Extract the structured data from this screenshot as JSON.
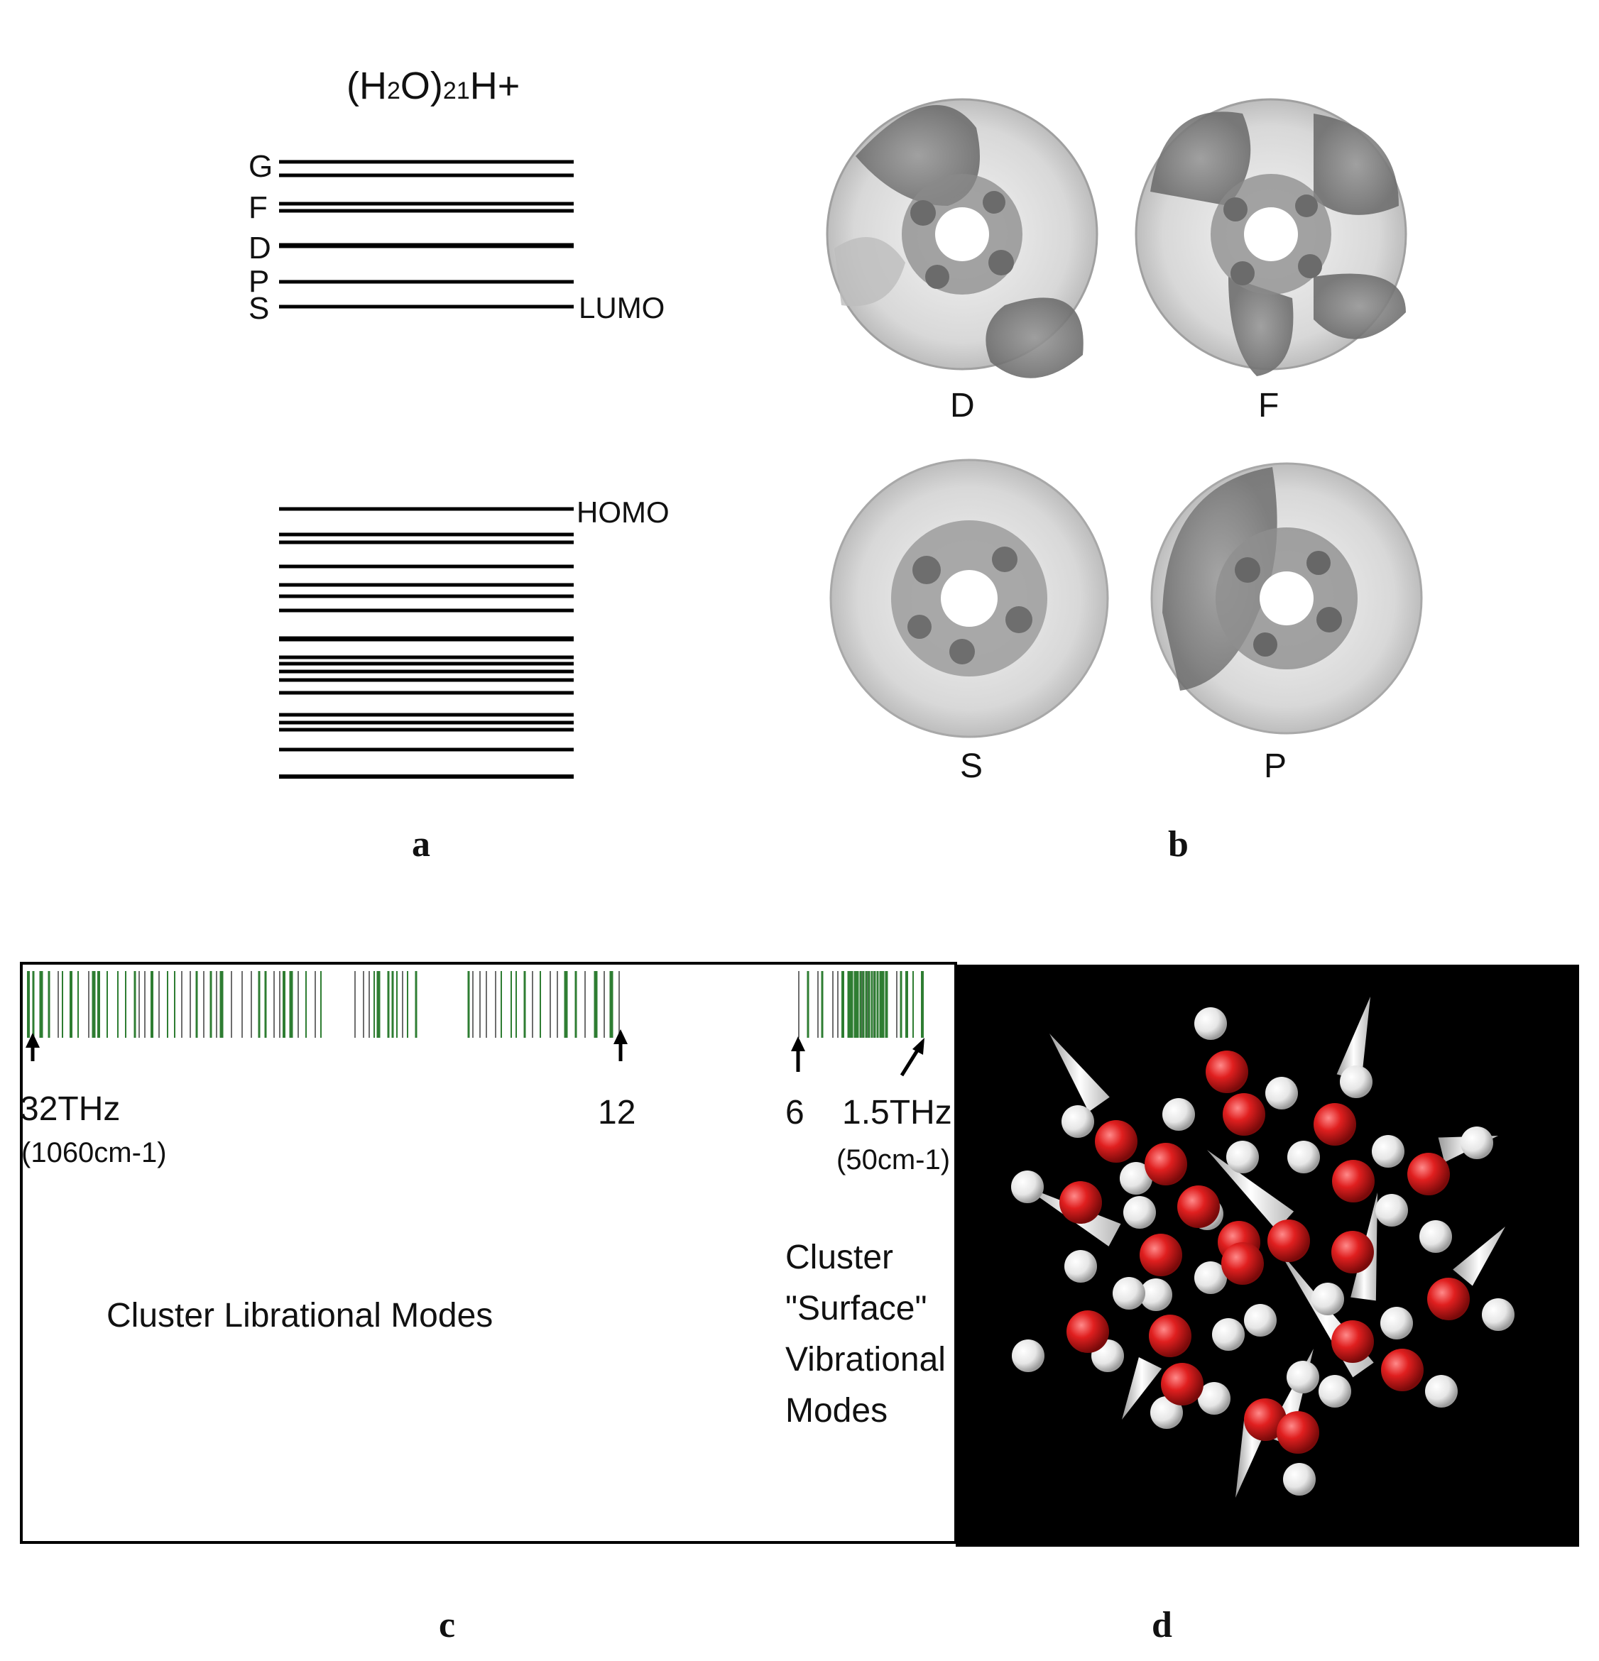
{
  "panel_a": {
    "title_main": "(H",
    "title_sub1": "2",
    "title_mid": "O)",
    "title_sub2": "21",
    "title_end": "H+",
    "level_labels": [
      "G",
      "F",
      "D",
      "P",
      "S"
    ],
    "lumo_label": "LUMO",
    "homo_label": "HOMO",
    "caption": "a"
  },
  "panel_b": {
    "orbital_labels": [
      "D",
      "F",
      "S",
      "P"
    ],
    "caption": "b"
  },
  "panel_c": {
    "arrow_labels": [
      "32THz",
      "12",
      "6",
      "1.5THz"
    ],
    "sub_left": "(1060cm-1)",
    "sub_right": "(50cm-1)",
    "libration_text": "Cluster Librational Modes",
    "surface_lines": [
      "Cluster",
      "\"Surface\"",
      "Vibrational",
      "Modes"
    ],
    "caption": "c",
    "spectrum_color": "#2e7d32"
  },
  "panel_d": {
    "caption": "d",
    "background": "#000000",
    "oxygen_color": "#d61f1f",
    "hydrogen_color": "#f2f2f2"
  }
}
